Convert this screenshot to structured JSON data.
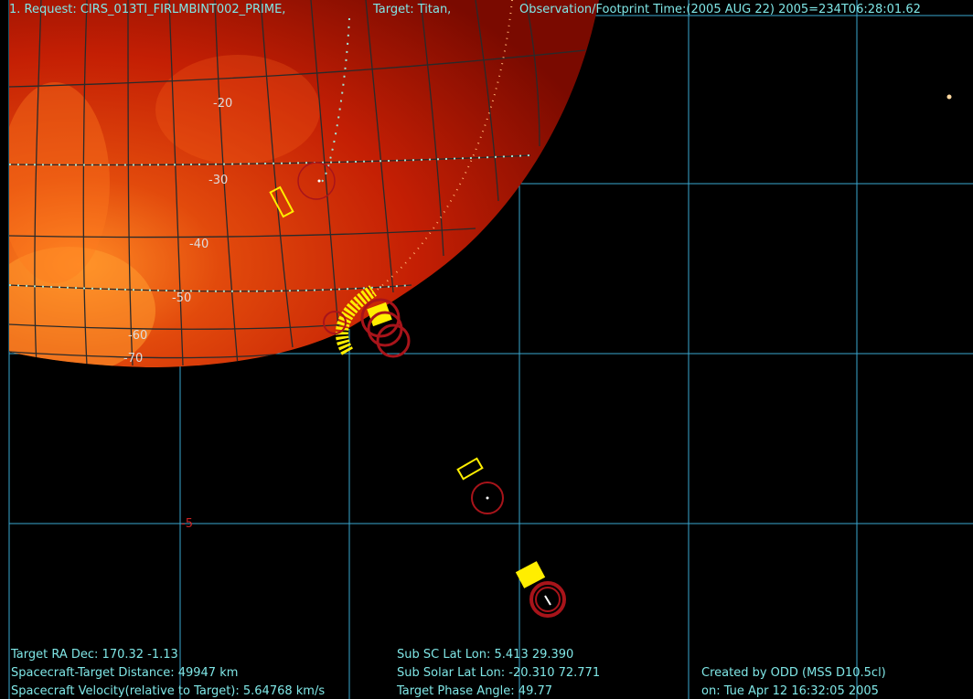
{
  "header": {
    "request": "1. Request: CIRS_013TI_FIRLMBINT002_PRIME,",
    "target": "Target: Titan,",
    "observation": "Observation/Footprint Time:(2005 AUG 22) 2005=234T06:28:01.62"
  },
  "latitude_labels": [
    "-20",
    "-30",
    "-40",
    "-50",
    "-60",
    "-70"
  ],
  "grid_labels": {
    "minus5": "-5"
  },
  "info": {
    "target_ra_dec": "Target RA Dec: 170.32  -1.13",
    "distance": "Spacecraft-Target Distance:  49947 km",
    "velocity": "Spacecraft Velocity(relative to Target): 5.64768 km/s",
    "sub_sc": "Sub SC Lat Lon: 5.413  29.390",
    "sub_solar": "Sub Solar Lat Lon: -20.310  72.771",
    "phase_angle": "Target Phase Angle: 49.77",
    "created_by": "Created by ODD (MSS D10.5cl)",
    "created_on": "on: Tue Apr 12 16:32:05 2005"
  },
  "colors": {
    "background": "#000000",
    "grid": "#3aa7cf",
    "text": "#7fe6e6",
    "planet_dark": "#8a0c00",
    "planet_light": "#ff7a1a",
    "footprint_yellow": "#ffee00",
    "footprint_red": "#a8141a"
  }
}
